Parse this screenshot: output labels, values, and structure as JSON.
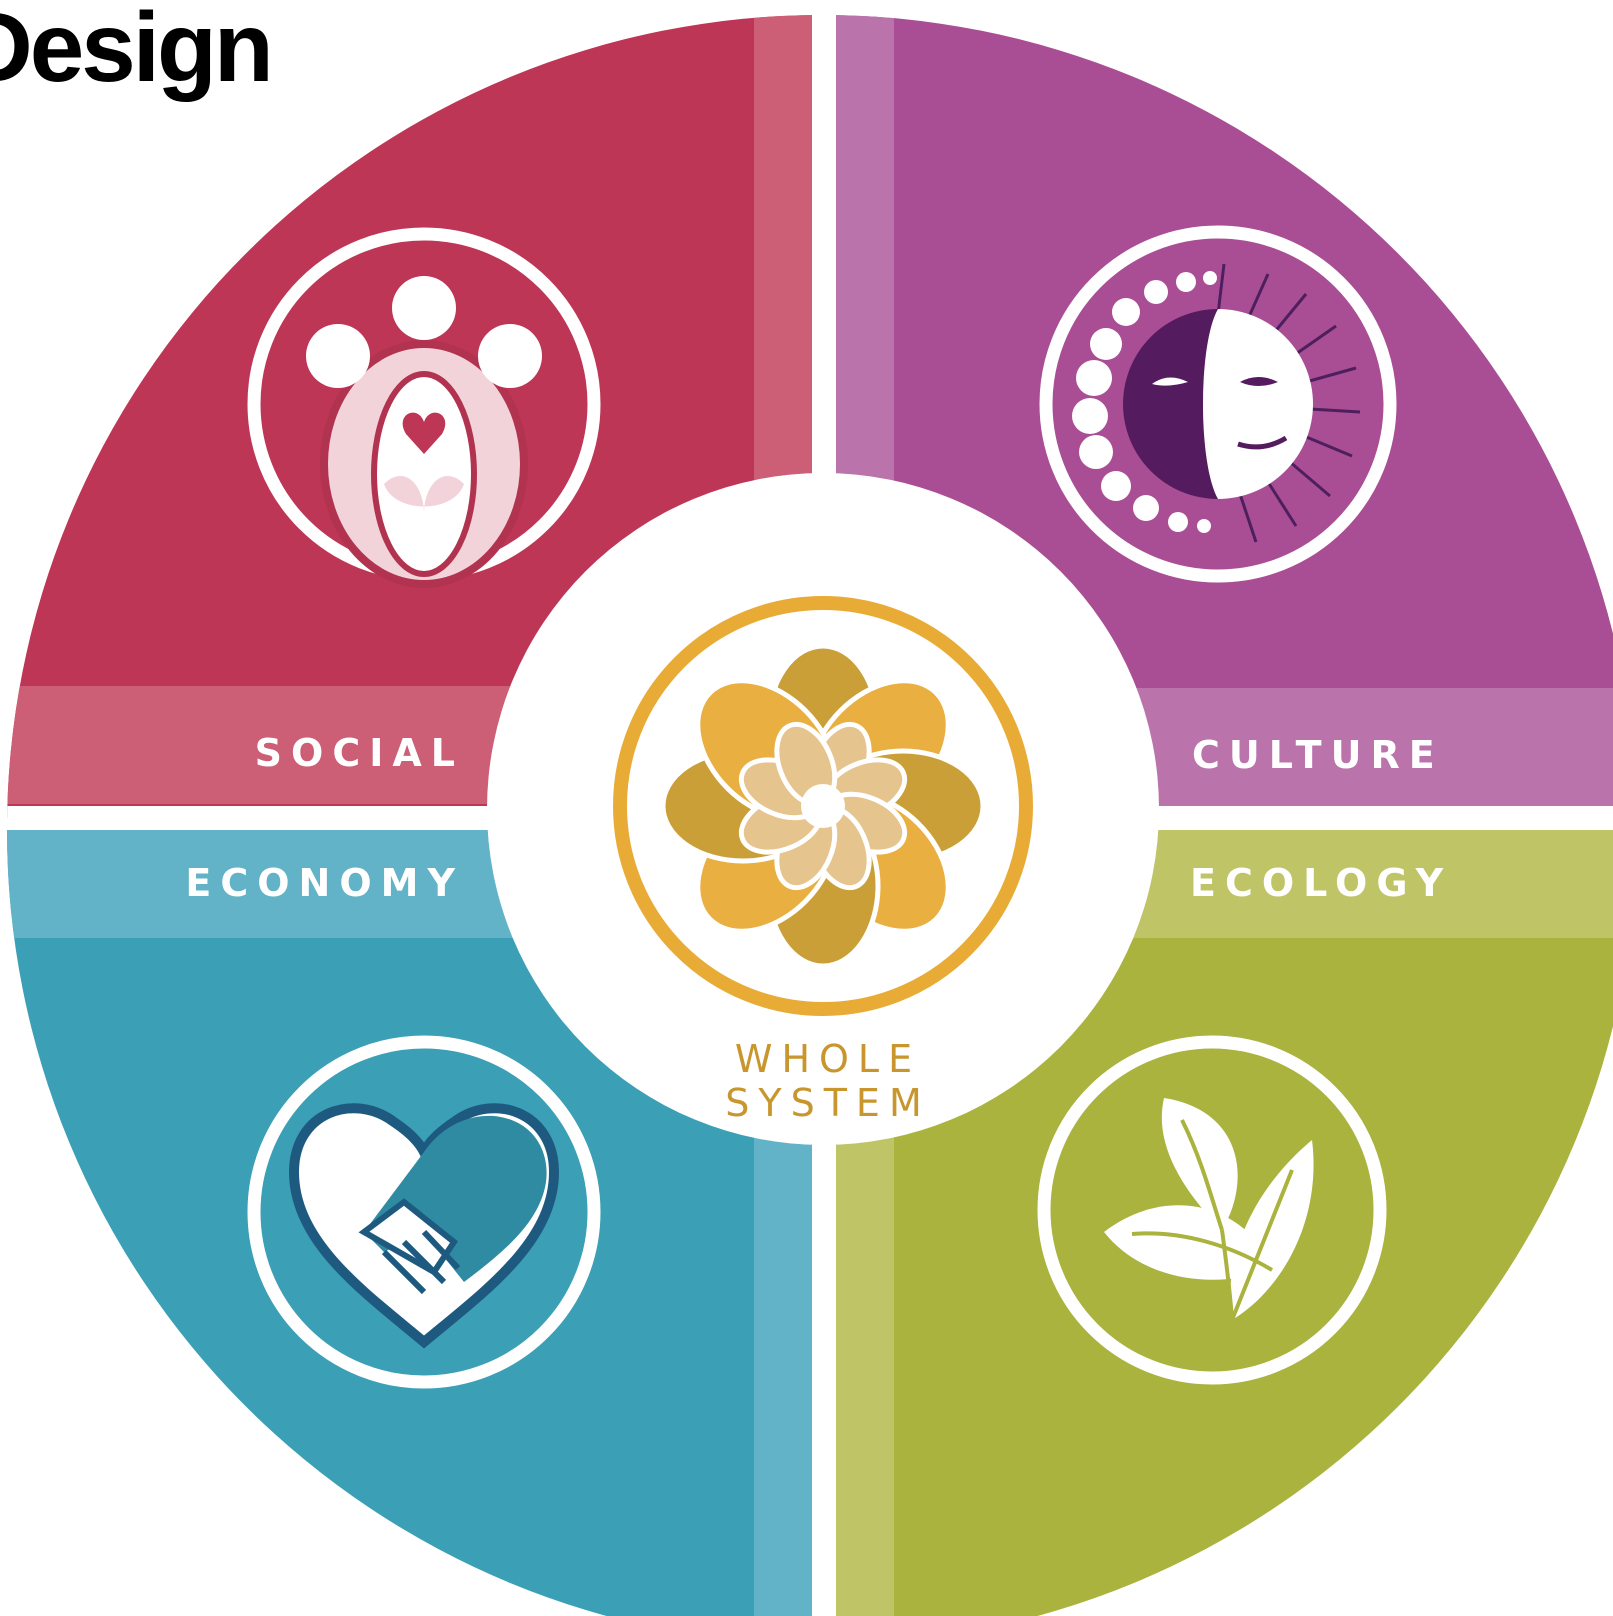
{
  "heading": "Design",
  "quadrants": {
    "social": {
      "label": "SOCIAL",
      "color": "#BE3655",
      "band_color": "#CC5E75",
      "icon": "community-people-icon"
    },
    "culture": {
      "label": "CULTURE",
      "color": "#A94E94",
      "band_color": "#BB73AC",
      "icon": "sun-moon-face-icon"
    },
    "economy": {
      "label": "ECONOMY",
      "color": "#3B9FB6",
      "band_color": "#62B3C7",
      "icon": "heart-handshake-icon"
    },
    "ecology": {
      "label": "ECOLOGY",
      "color": "#A9B33D",
      "band_color": "#BFC467",
      "icon": "leaves-icon"
    }
  },
  "center": {
    "label_line1": "WHOLE",
    "label_line2": "SYSTEM",
    "ring_color": "#E8AB36",
    "label_color": "#C9962E",
    "icon": "flower-of-life-icon"
  }
}
